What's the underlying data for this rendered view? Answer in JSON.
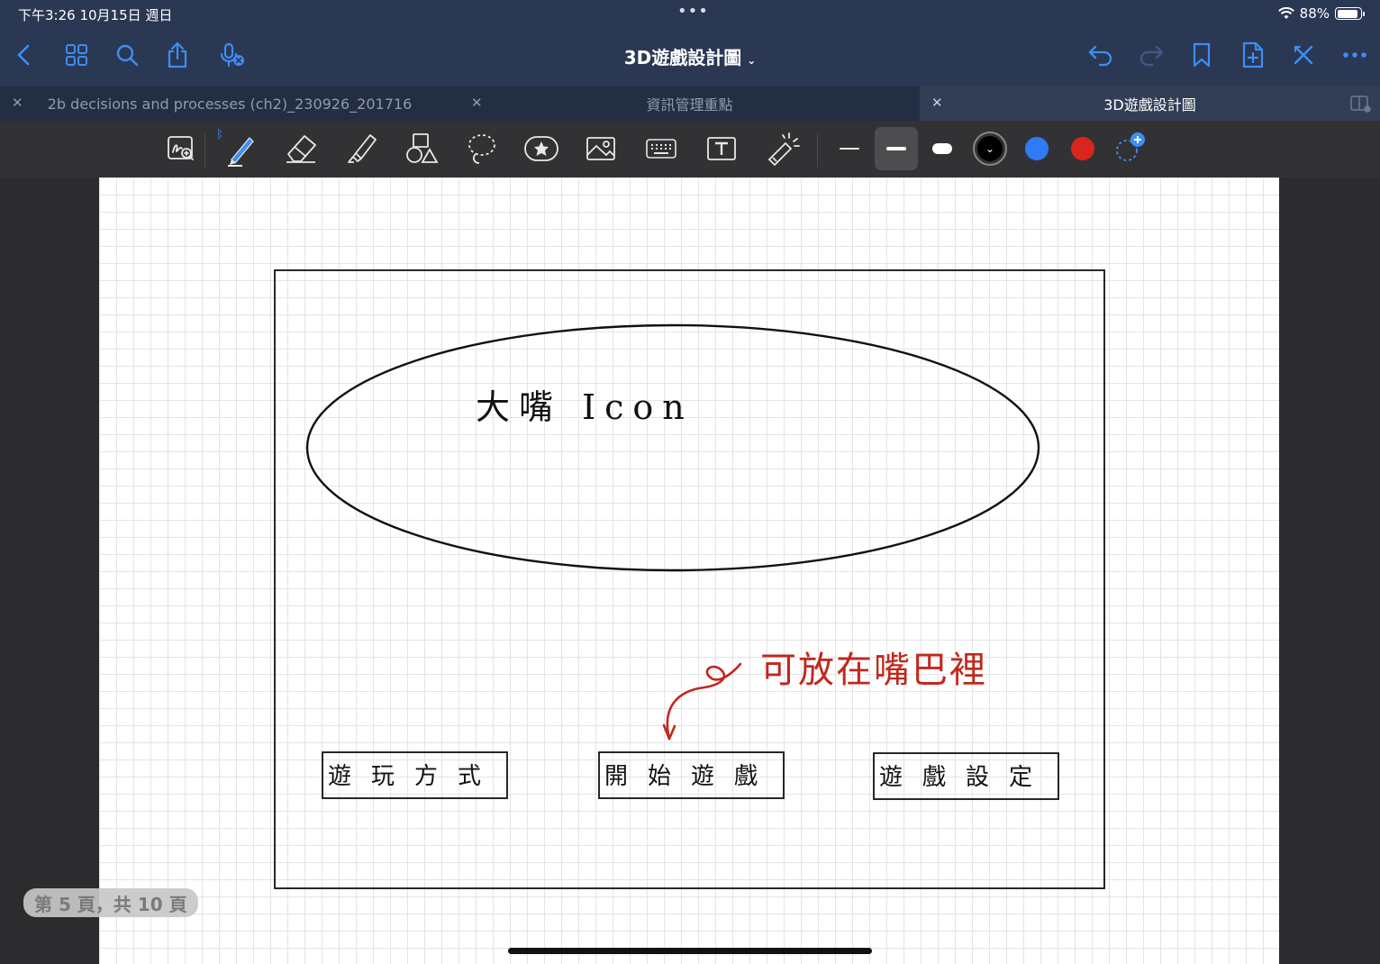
{
  "status_bar": {
    "time": "下午3:26  10月15日 週日",
    "battery": "88%",
    "battery_level": 0.88
  },
  "nav": {
    "title": "3D遊戲設計圖",
    "left_icons": [
      "back-chevron-icon",
      "thumbnails-grid-icon",
      "search-icon",
      "share-icon",
      "microphone-off-icon"
    ],
    "right_icons": [
      "undo-icon",
      "redo-icon",
      "bookmark-icon",
      "add-page-icon",
      "close-icon",
      "more-icon"
    ]
  },
  "tabs": [
    {
      "label": "2b decisions and processes (ch2)_230926_201716",
      "active": false
    },
    {
      "label": "資訊管理重點",
      "active": false
    },
    {
      "label": "3D遊戲設計圖",
      "active": true
    }
  ],
  "toolbar": {
    "tools": [
      "zoom-window-icon",
      "pen-icon",
      "eraser-icon",
      "highlighter-icon",
      "shapes-icon",
      "lasso-icon",
      "sticker-icon",
      "image-icon",
      "keyboard-icon",
      "text-box-icon",
      "laser-pointer-icon"
    ],
    "selected_tool": "pen-icon",
    "colors": [
      "#000000",
      "#2f7bf5",
      "#d9261c"
    ],
    "selected_color": "#000000"
  },
  "sketch": {
    "heading": "大嘴 Icon",
    "annotation": "可放在嘴巴裡",
    "buttons": [
      "遊玩方式",
      "開始遊戲",
      "遊戲設定"
    ],
    "annotation_color": "#c0281e"
  },
  "page_indicator": "第 5 頁，共 10 頁"
}
